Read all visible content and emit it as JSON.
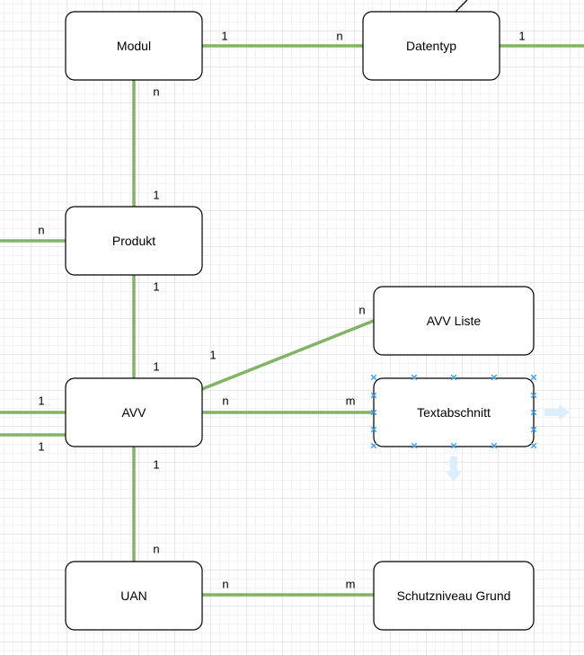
{
  "nodes": {
    "modul": "Modul",
    "datentyp": "Datentyp",
    "produkt": "Produkt",
    "avv": "AVV",
    "avv_liste": "AVV Liste",
    "textabschnitt": "Textabschnitt",
    "uan": "UAN",
    "schutzniveau_grund": "Schutzniveau Grund"
  },
  "relations": [
    {
      "from": "Modul",
      "to": "Datentyp",
      "from_card": "1",
      "to_card": "n"
    },
    {
      "from": "Datentyp",
      "to": "",
      "from_card": "1",
      "to_card": ""
    },
    {
      "from": "Modul",
      "to": "Produkt",
      "from_card": "n",
      "to_card": "1"
    },
    {
      "from": "",
      "to": "Produkt",
      "from_card": "",
      "to_card": "n"
    },
    {
      "from": "Produkt",
      "to": "AVV",
      "from_card": "1",
      "to_card": "1"
    },
    {
      "from": "AVV",
      "to": "AVV Liste",
      "from_card": "1",
      "to_card": "n"
    },
    {
      "from": "AVV",
      "to": "Textabschnitt",
      "from_card": "n",
      "to_card": "m"
    },
    {
      "from": "",
      "to": "AVV",
      "from_card": "",
      "to_card": "1"
    },
    {
      "from": "",
      "to": "AVV",
      "from_card": "",
      "to_card": "1"
    },
    {
      "from": "AVV",
      "to": "UAN",
      "from_card": "1",
      "to_card": "n"
    },
    {
      "from": "UAN",
      "to": "Schutzniveau Grund",
      "from_card": "n",
      "to_card": "m"
    }
  ],
  "selected_node": "Textabschnitt",
  "colors": {
    "edge": "#82b366",
    "node_border": "#000000",
    "selection_handle": "#3fa0e8",
    "hover_arrow": "#dceefb",
    "grid": "#e7e7e7"
  }
}
